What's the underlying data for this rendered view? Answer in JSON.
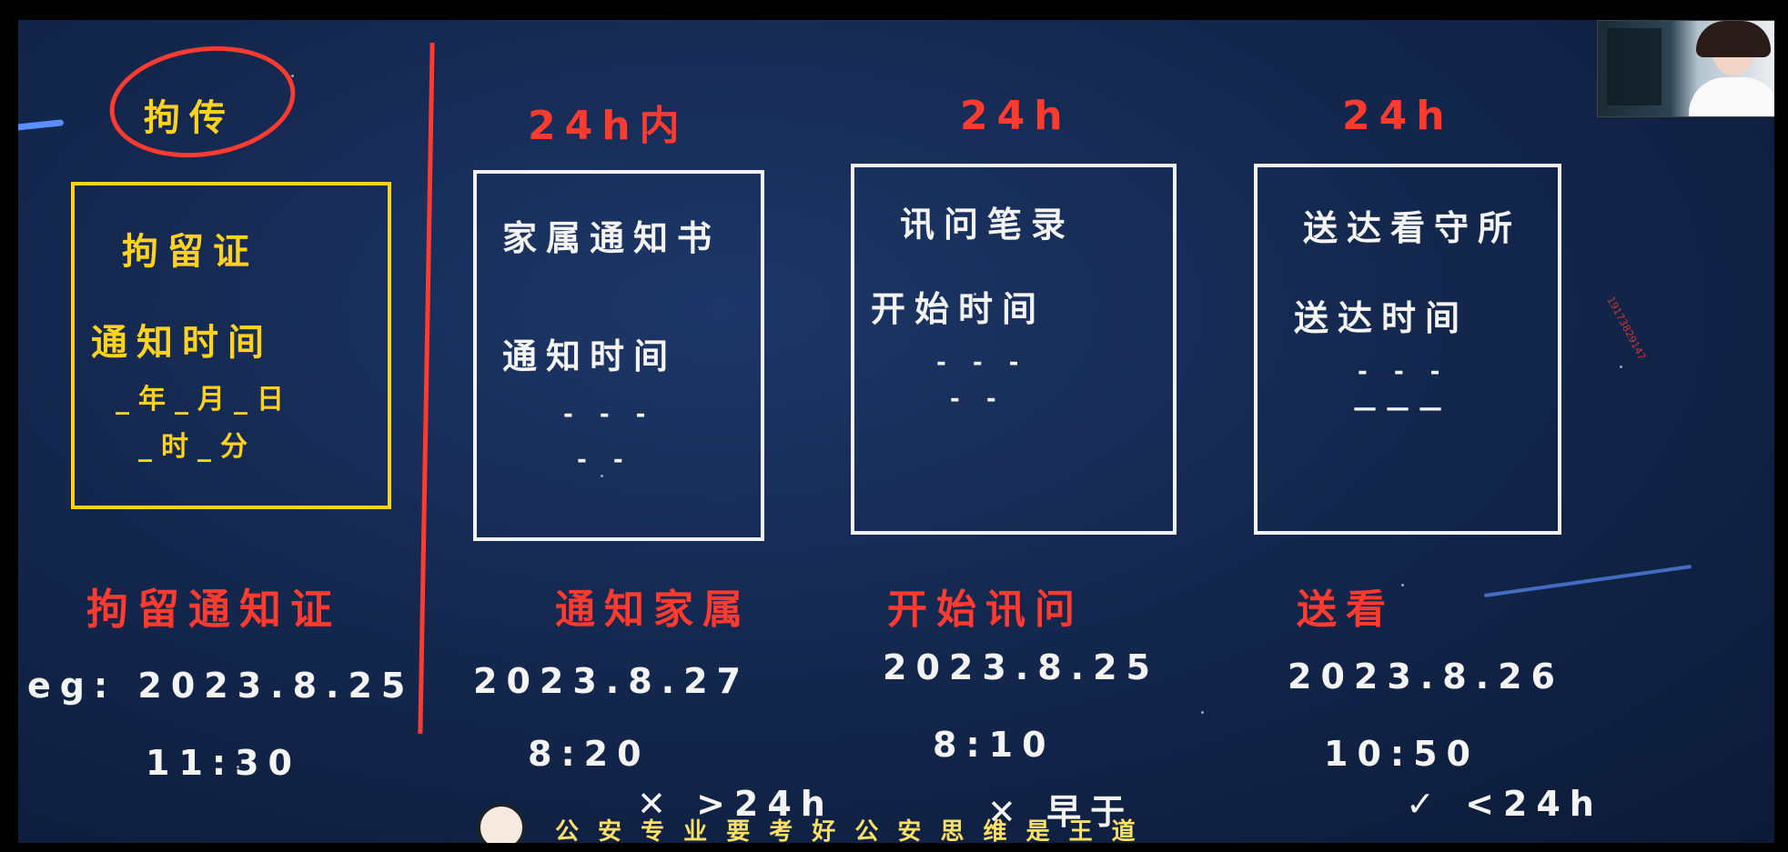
{
  "left": {
    "circled_title": "拘传",
    "box_title": "拘留证",
    "notice_time_label": "通知时间",
    "date_line": "_年_月_日",
    "time_line": "_时_分",
    "bottom_title": "拘留通知证",
    "example_date": "eg: 2023.8.25",
    "example_time": "11:30"
  },
  "columns": [
    {
      "limit": "24h内",
      "line1": "家属通知书",
      "line2": "通知时间",
      "dash1": "- - -",
      "dash2": "- -",
      "result_title": "通知家属",
      "date": "2023.8.27",
      "time": "8:20",
      "verdict": "✕ >24h"
    },
    {
      "limit": "24h",
      "line1": "讯问笔录",
      "line2": "开始时间",
      "dash1": "- - -",
      "dash2": "- -",
      "result_title": "开始讯问",
      "date": "2023.8.25",
      "time": "8:10",
      "verdict": "✕ 早于"
    },
    {
      "limit": "24h",
      "line1": "送达看守所",
      "line2": "送达时间",
      "dash1": "- - -",
      "dash2": "———",
      "result_title": "送看",
      "date": "2023.8.26",
      "time": "10:50",
      "verdict": "✓ <24h"
    }
  ],
  "watermark_phone": "19173829147",
  "subtitle": "公 安 专 业 要 考 好      公 安 思 维 是 王 道",
  "colors": {
    "board": "#14284f",
    "red": "#ff3b30",
    "yellow": "#ffd21f",
    "white": "#f4f4f4"
  }
}
